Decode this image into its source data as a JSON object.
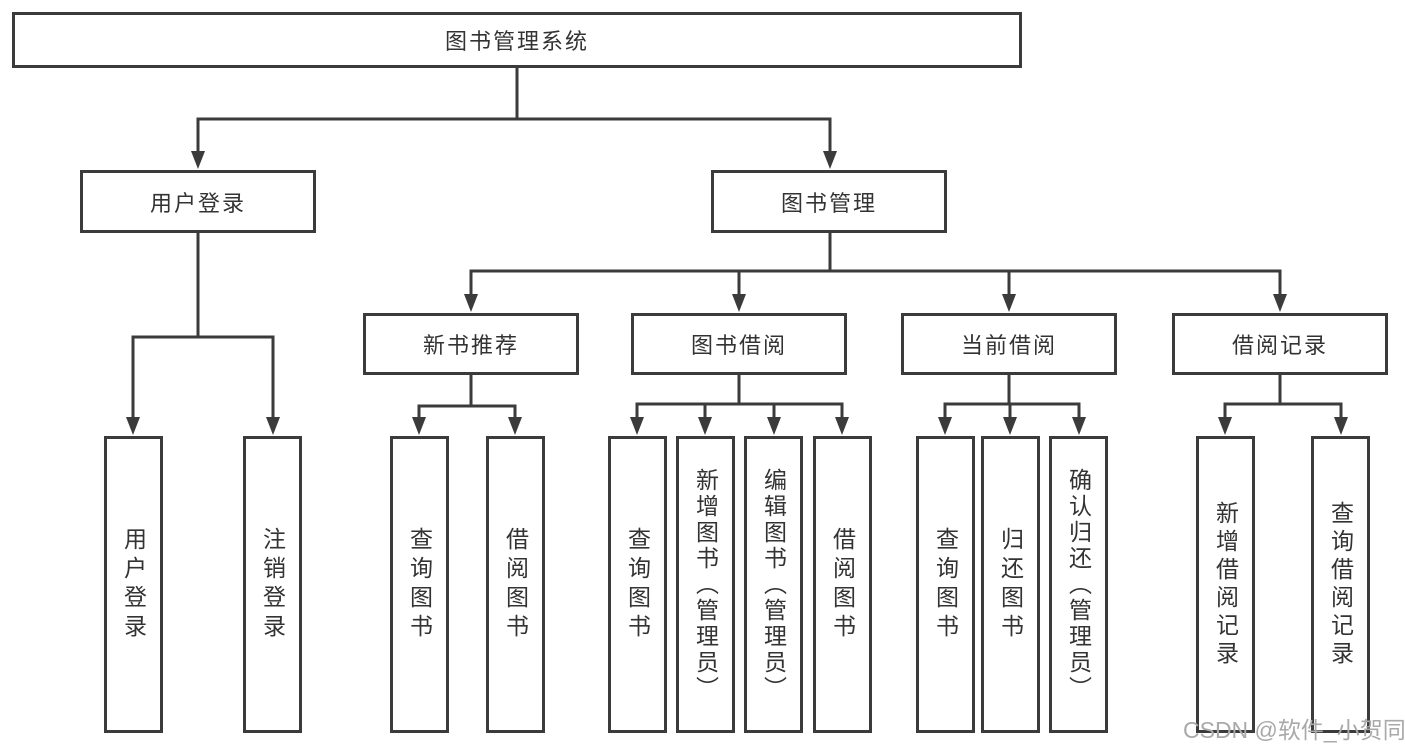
{
  "tree": {
    "label": "图书管理系统",
    "children": [
      {
        "label": "用户登录",
        "children": [
          {
            "label": "用户登录"
          },
          {
            "label": "注销登录"
          }
        ]
      },
      {
        "label": "图书管理",
        "children": [
          {
            "label": "新书推荐",
            "children": [
              {
                "label": "查询图书"
              },
              {
                "label": "借阅图书"
              }
            ]
          },
          {
            "label": "图书借阅",
            "children": [
              {
                "label": "查询图书"
              },
              {
                "label": "新增图书（管理员）"
              },
              {
                "label": "编辑图书（管理员）"
              },
              {
                "label": "借阅图书"
              }
            ]
          },
          {
            "label": "当前借阅",
            "children": [
              {
                "label": "查询图书"
              },
              {
                "label": "归还图书"
              },
              {
                "label": "确认归还（管理员）"
              }
            ]
          },
          {
            "label": "借阅记录",
            "children": [
              {
                "label": "新增借阅记录"
              },
              {
                "label": "查询借阅记录"
              }
            ]
          }
        ]
      }
    ]
  },
  "watermark": "CSDN @软件_小贺同学",
  "colors": {
    "line": "#3b3b3b",
    "text": "#333333",
    "watermark_gray": "#a9a9a9"
  }
}
